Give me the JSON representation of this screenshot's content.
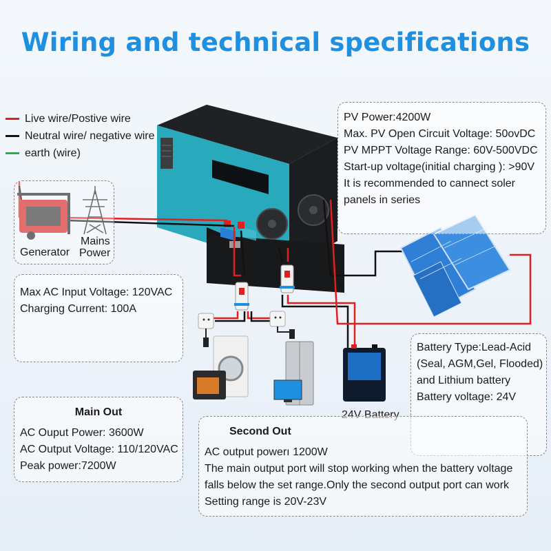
{
  "title": "Wiring and technical specifications",
  "legend": [
    {
      "label": "Live wire/Postive wire",
      "color": "#e41e1e"
    },
    {
      "label": "Neutral wire/ negative wire",
      "color": "#111111"
    },
    {
      "label": "earth (wire)",
      "color": "#22b14c"
    }
  ],
  "pv_box": {
    "lines": [
      "PV Power:4200W",
      "Max. PV Open Circuit Voltage: 50ovDC",
      "PV MPPT Voltage Range: 60V-500VDC",
      "Start-up voltage(initial charging ): >90V",
      "It is recommended to cannect soler",
      "panels in series"
    ]
  },
  "sources": {
    "generator": "Generator",
    "mains_line1": "Mains",
    "mains_line2": "Power"
  },
  "ac_input_box": {
    "lines": [
      "Max AC Input Voltage: 120VAC",
      "Charging Current: 100A"
    ]
  },
  "battery_box": {
    "lines": [
      "Battery Type:Lead-Acid",
      "(Seal, AGM,Gel, Flooded)",
      "and Lithium battery",
      "Battery voltage: 24V"
    ]
  },
  "battery_label": "24V Battery",
  "main_out_box": {
    "heading": "Main Out",
    "lines": [
      "AC Ouput Power: 3600W",
      "AC Output Voltage: 110/120VAC",
      "Peak power:7200W"
    ]
  },
  "second_out_box": {
    "heading": "Second Out",
    "lines": [
      "AC output powerı 1200W",
      "The main output port will stop working when the battery voltage",
      "falls below the set range.Only the second output port can work",
      "Setting range is 20V-23V"
    ]
  },
  "colors": {
    "title": "#1f8fe0",
    "inverter": "#2fb3c4",
    "live": "#e41e1e",
    "neutral": "#111111",
    "earth": "#22b14c",
    "solar": "#2f7fd6"
  }
}
